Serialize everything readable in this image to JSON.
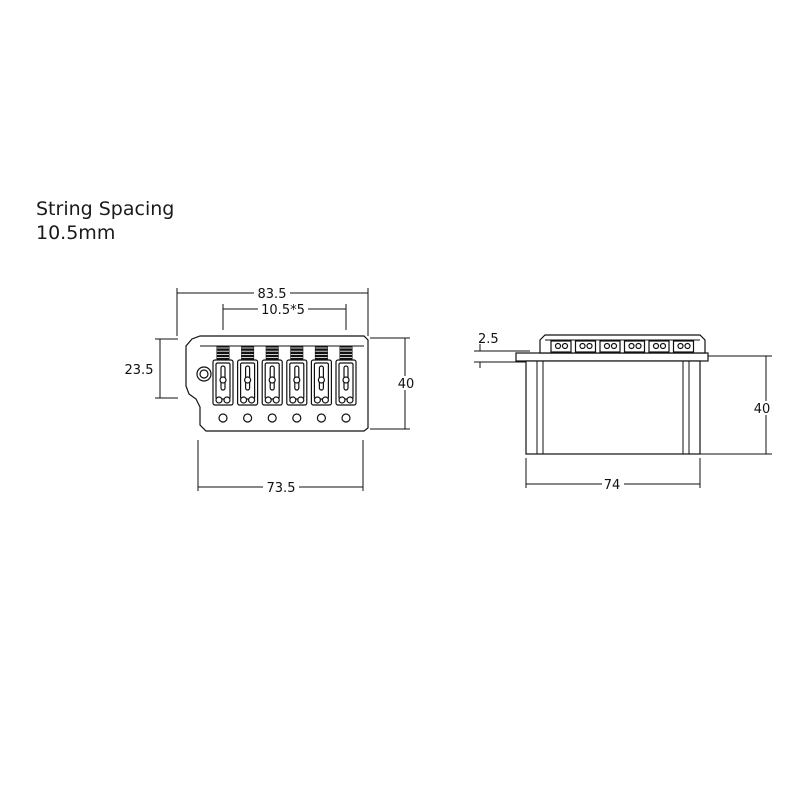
{
  "heading": {
    "line1": "String Spacing",
    "line2": "10.5mm"
  },
  "front_view": {
    "overall_width": "83.5",
    "string_spacing": "10.5*5",
    "mount_height": "23.5",
    "total_depth": "40",
    "base_width": "73.5",
    "saddle_count": 6
  },
  "side_view": {
    "plate_thickness": "2.5",
    "block_depth": "40",
    "block_width": "74"
  }
}
